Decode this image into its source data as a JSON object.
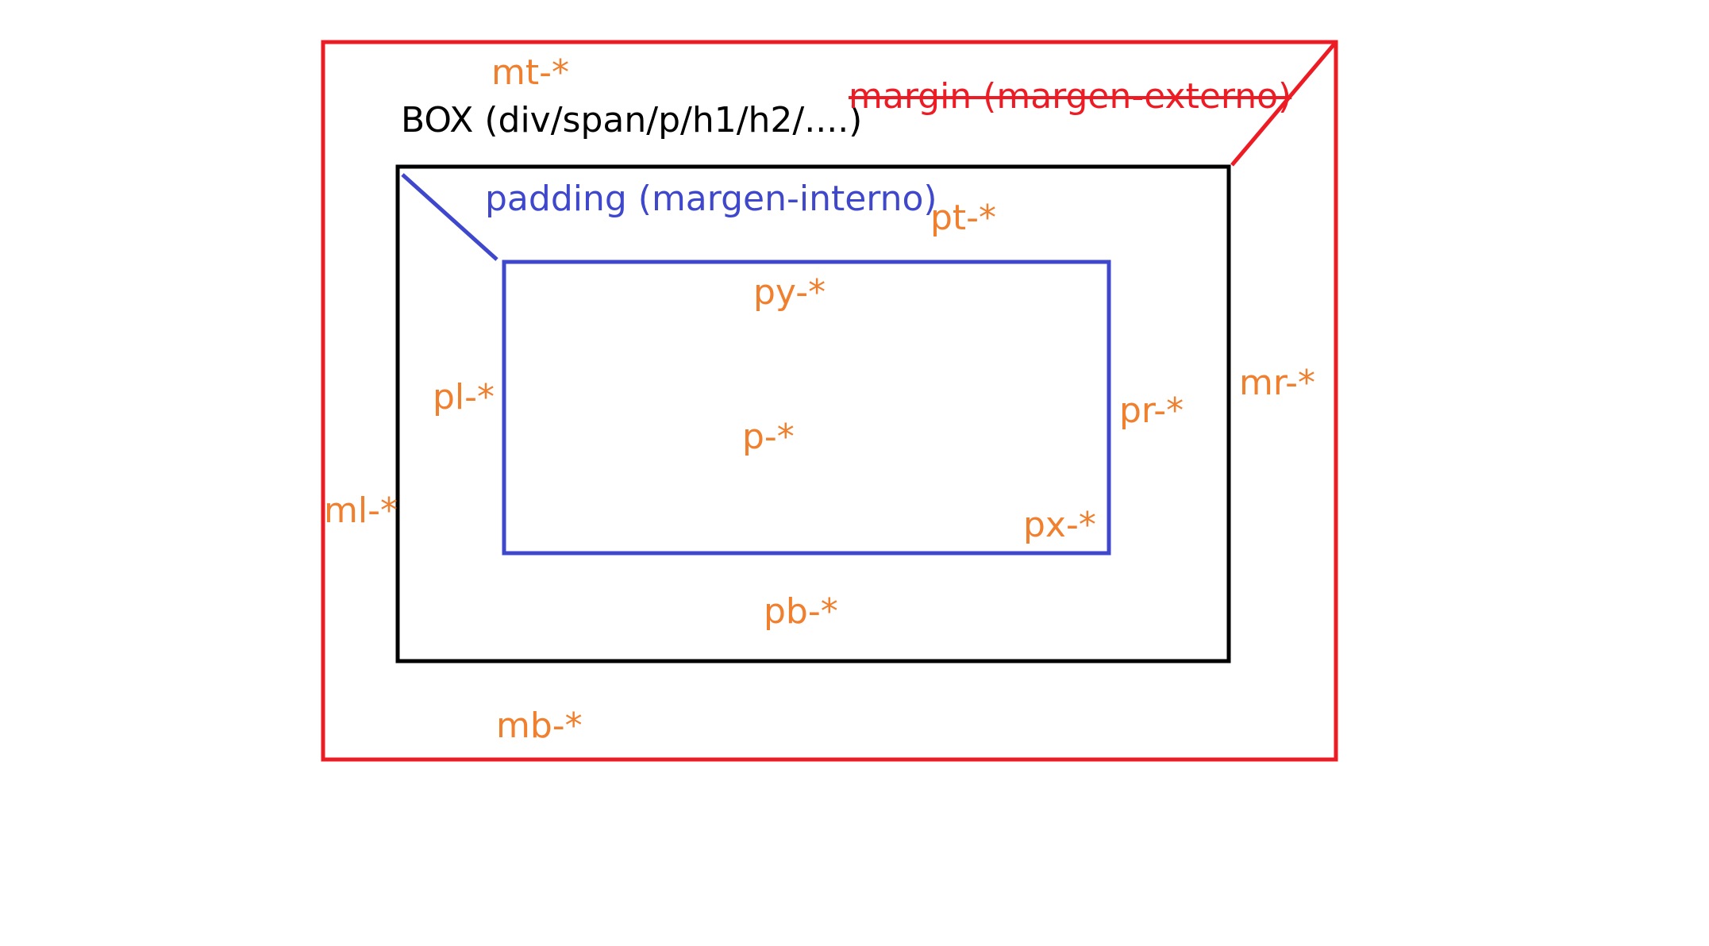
{
  "colors": {
    "margin_box": "#ed1c24",
    "border_box": "#000000",
    "content_box": "#3f48cc",
    "label_orange": "#f07f2e",
    "padding_label": "#3f48cc",
    "box_label": "#000000",
    "background": "#ffffff"
  },
  "labels": {
    "box_title": "BOX (div/span/p/h1/h2/....)",
    "margin_title": "margin (margen-externo)",
    "padding_title": "padding (margen-interno)",
    "mt": "mt-*",
    "mb": "mb-*",
    "ml": "ml-*",
    "mr": "mr-*",
    "pt": "pt-*",
    "pb": "pb-*",
    "pl": "pl-*",
    "pr": "pr-*",
    "py": "py-*",
    "px": "px-*",
    "p": "p-*"
  }
}
